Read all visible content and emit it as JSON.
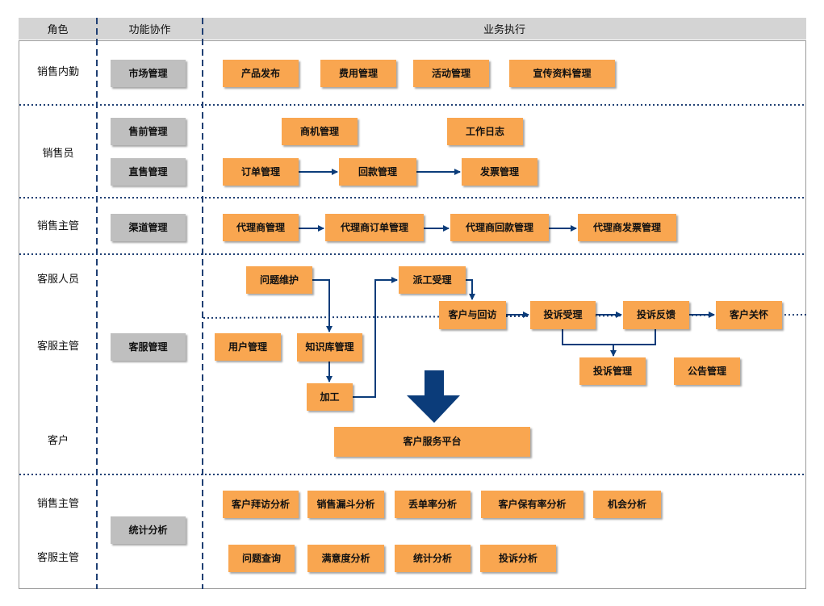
{
  "colors": {
    "header_bg": "#d4d4d4",
    "function_box": "#bfbfbf",
    "activity_box": "#f9a650",
    "arrow": "#0b3c7a",
    "divider": "#1f3f73"
  },
  "headers": {
    "role": "角色",
    "function": "功能协作",
    "business": "业务执行"
  },
  "roles": {
    "sales_assistant": "销售内勤",
    "salesperson": "销售员",
    "sales_manager": "销售主管",
    "cs_staff": "客服人员",
    "cs_manager": "客服主管",
    "customer": "客户",
    "sales_manager_2": "销售主管",
    "cs_manager_2": "客服主管"
  },
  "functions": {
    "market": "市场管理",
    "presales": "售前管理",
    "direct_sales": "直售管理",
    "channel": "渠道管理",
    "customer_service": "客服管理",
    "statistics": "统计分析"
  },
  "activities": {
    "product_release": "产品发布",
    "expense": "费用管理",
    "campaign": "活动管理",
    "promo_material": "宣传资料管理",
    "opportunity": "商机管理",
    "work_log": "工作日志",
    "order": "订单管理",
    "payment": "回款管理",
    "invoice": "发票管理",
    "agent": "代理商管理",
    "agent_order": "代理商订单管理",
    "agent_payment": "代理商回款管理",
    "agent_invoice": "代理商发票管理",
    "issue_maintenance": "问题维护",
    "dispatch": "派工受理",
    "visit": "客户与回访",
    "complaint_accept": "投诉受理",
    "complaint_feedback": "投诉反馈",
    "customer_care": "客户关怀",
    "user_mgmt": "用户管理",
    "knowledge_base": "知识库管理",
    "processing": "加工",
    "complaint_mgmt": "投诉管理",
    "announcement": "公告管理",
    "service_platform": "客户服务平台",
    "visit_analysis": "客户拜访分析",
    "funnel_analysis": "销售漏斗分析",
    "loss_rate": "丢单率分析",
    "retention": "客户保有率分析",
    "opportunity_analysis": "机会分析",
    "issue_query": "问题查询",
    "satisfaction": "满意度分析",
    "stats_analysis": "统计分析",
    "complaint_analysis": "投诉分析"
  }
}
